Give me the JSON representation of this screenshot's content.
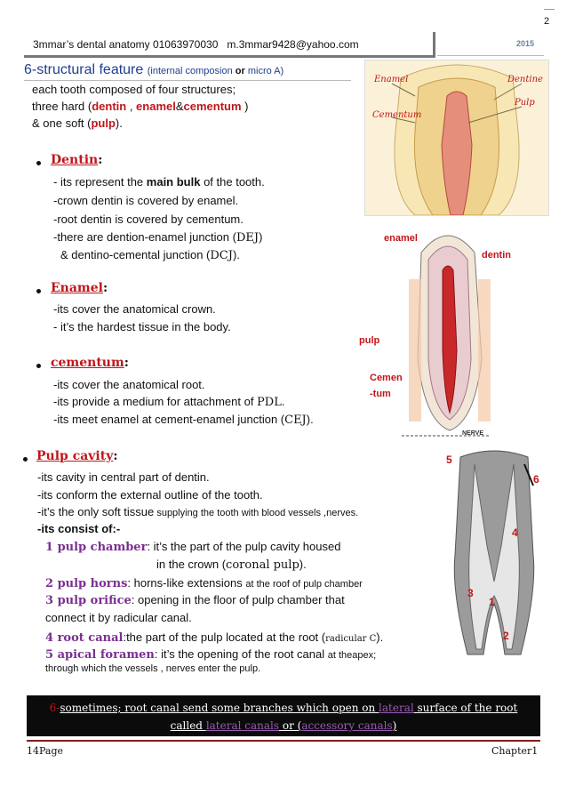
{
  "header": {
    "page_number": "2",
    "contact": "3mmar’s dental anatomy 01063970030   m.3mmar9428@yahoo.com",
    "year": "2015"
  },
  "section": {
    "title_main": "6-structural feature ",
    "title_sub_a": "(internal composion ",
    "title_or": "or",
    "title_sub_b": " micro A)",
    "intro_1": "each tooth composed of four structures;",
    "intro_2a": "three hard (",
    "intro_2_dentin": "dentin",
    "intro_2b": " , ",
    "intro_2_enamel": "enamel",
    "intro_2c": "&",
    "intro_2_cementum": "cementum",
    "intro_2d": " )",
    "intro_3a": "& one soft (",
    "intro_3_pulp": "pulp",
    "intro_3b": ")."
  },
  "dentin": {
    "heading": "Dentin",
    "l1a": "- its represent the ",
    "l1b": "main bulk",
    "l1c": " of the tooth.",
    "l2": "-crown dentin is covered by enamel.",
    "l3": "-root dentin is covered by cementum.",
    "l4a": "-there are dention-enamel junction (",
    "l4b": "DEJ",
    "l4c": ")",
    "l5a": "& dentino-cemental junction (",
    "l5b": "DCJ",
    "l5c": ")."
  },
  "enamel": {
    "heading": "Enamel",
    "l1": "-its cover the anatomical crown.",
    "l2": "- it’s the hardest tissue in the body."
  },
  "cementum": {
    "heading": "cementum",
    "l1": "-its cover the anatomical root.",
    "l2a": "-its provide a medium for attachment of ",
    "l2b": "PDL",
    "l2c": ".",
    "l3a": "-its meet enamel at cement-enamel junction (",
    "l3b": "CEJ",
    "l3c": ")."
  },
  "pulp": {
    "heading": "Pulp cavity",
    "l1": "-its cavity in central part of dentin.",
    "l2": "-its conform the external outline of the tooth.",
    "l3a": "-it’s the only soft tissue",
    "l3b": " supplying the tooth with blood vessels ,nerves.",
    "consist": "-its consist of:-",
    "i1_label": "1 pulp chamber",
    "i1_a": ": it’s the part of the pulp cavity housed",
    "i1_b": "in the crown (",
    "i1_c": "coronal pulp",
    "i1_d": ").",
    "i2_label": "2  pulp horns",
    "i2_a": ": horns-like extensions ",
    "i2_b": "at the roof of pulp chamber",
    "i3_label": "3 pulp orifice",
    "i3_a": ": opening in the floor of pulp chamber that",
    "i3_b": "connect it by radicular canal.",
    "i4_label": "4 root canal",
    "i4_a": ":the part of the pulp located at the root (",
    "i4_b": "radicular C",
    "i4_c": ").",
    "i5_label": "5 apical foramen",
    "i5_a": ": it’s the opening of the root canal ",
    "i5_b": "at theapex;",
    "i5_c": "through which the vessels , nerves enter the pulp."
  },
  "note": {
    "num": "6-",
    "a": "sometimes; root canal send some branches which open on ",
    "lateral": "lateral",
    "b": " surface of the root",
    "c": "called ",
    "lc": "lateral canals",
    "d": " or (",
    "ac": "accessory canals",
    "e": ")"
  },
  "figure1": {
    "enamel": "Enamel",
    "dentine": "Dentine",
    "cementum": "Cementum",
    "pulp": "Pulp"
  },
  "figure2": {
    "enamel": "enamel",
    "dentin": "dentin",
    "pulp": "pulp",
    "cemen": "Cemen",
    "tum": "-tum",
    "nerve": "NERVE"
  },
  "figure3": {
    "n1": "1",
    "n2": "2",
    "n3": "3",
    "n4": "4",
    "n5": "5",
    "n6": "6"
  },
  "footer": {
    "left": "14Page",
    "right": "Chapter1"
  },
  "colors": {
    "red": "#c0161b",
    "purple": "#7a2f8f",
    "note_bg": "#0b0b0b",
    "rule": "#8a1a1a"
  }
}
